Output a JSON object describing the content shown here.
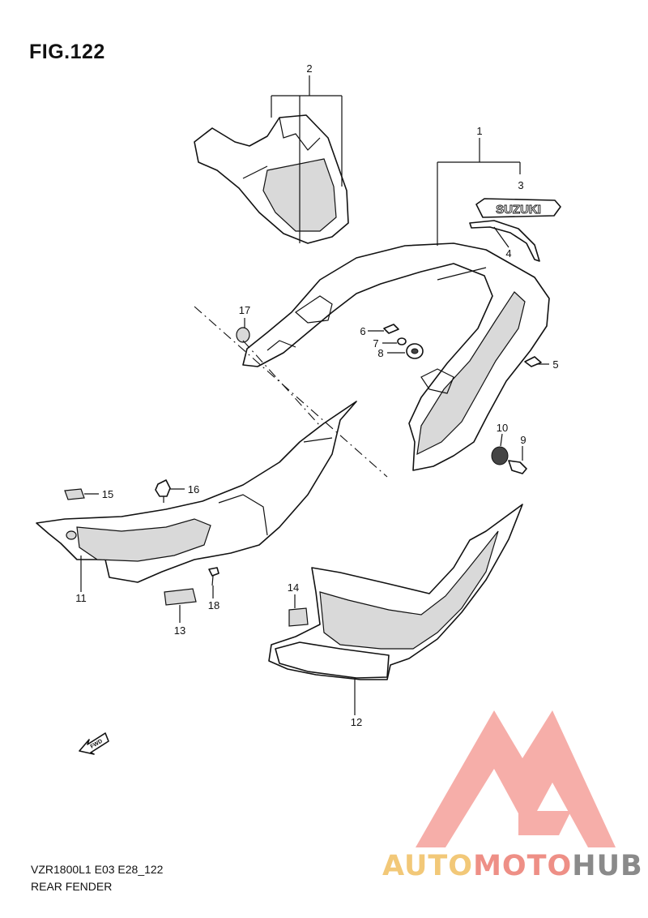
{
  "figure": {
    "title": "FIG.122"
  },
  "footer": {
    "code": "VZR1800L1 E03 E28_122",
    "name": "REAR FENDER"
  },
  "badge": {
    "emblem_text": "SUZUKI",
    "fwd_text": "FWD"
  },
  "brand": {
    "part1": "AUTO",
    "part2": "MOTO",
    "part3": "HUB",
    "colors": {
      "auto": "#f2c878",
      "moto": "#ee8f86",
      "hub": "#8a8a8a",
      "logo": "#f4a09a"
    }
  },
  "callouts": [
    "1",
    "2",
    "3",
    "4",
    "5",
    "6",
    "7",
    "8",
    "9",
    "10",
    "11",
    "12",
    "13",
    "14",
    "15",
    "16",
    "17",
    "18"
  ]
}
